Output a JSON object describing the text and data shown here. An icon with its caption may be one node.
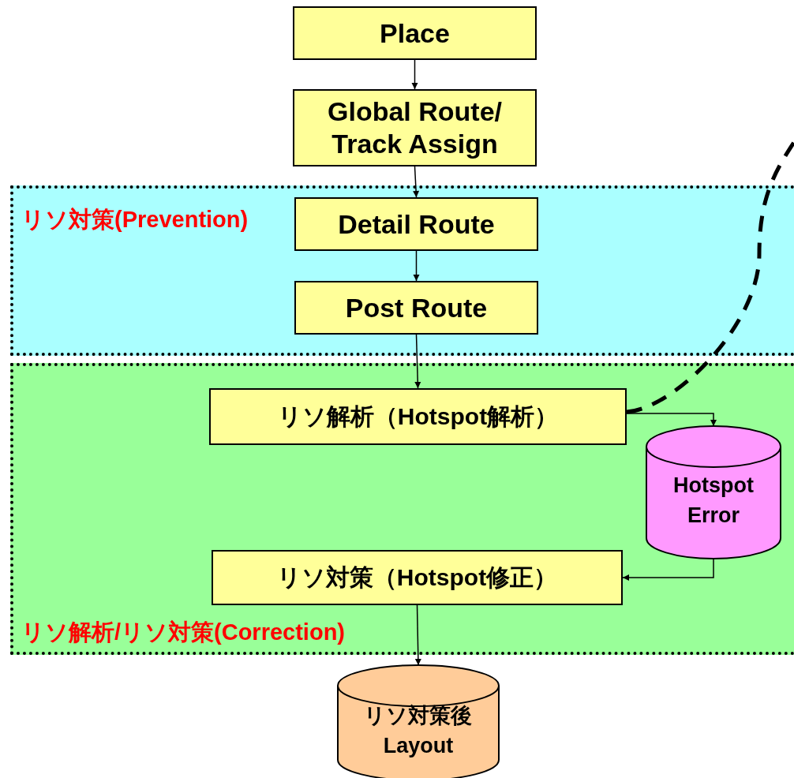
{
  "diagram": {
    "nodes": [
      {
        "text": [
          "Place"
        ]
      },
      {
        "text": [
          "Global Route/ Track Assign"
        ]
      },
      {
        "text": [
          "リソ対策(Prevention)"
        ]
      },
      {
        "text": [
          "Detail Route"
        ],
        "in": 2
      },
      {
        "text": [
          "Post Route"
        ],
        "in": 2
      },
      {
        "text": [
          "リソ解析/リソ対策(Correction)"
        ]
      },
      {
        "text": [
          "リソ解析（Hotspot解析）"
        ],
        "in": 5
      },
      {
        "text": [
          "Hotspot Error"
        ],
        "in": 5
      },
      {
        "text": [
          "リソ対策（Hotspot修正）"
        ],
        "in": 5
      },
      {
        "text": [
          "リソ対策後 Layout"
        ]
      }
    ],
    "edges": [
      {
        "from": 0,
        "to": 1,
        "arrow": "to"
      },
      {
        "from": 1,
        "to": 3,
        "arrow": "to"
      },
      {
        "from": 3,
        "to": 4,
        "arrow": "to"
      },
      {
        "from": 4,
        "to": 6,
        "arrow": "to"
      },
      {
        "from": 6,
        "to": 7,
        "arrow": "to"
      },
      {
        "from": 7,
        "to": 8,
        "arrow": "to"
      },
      {
        "from": 8,
        "to": 9,
        "arrow": "to"
      },
      {
        "from": 6,
        "to": null,
        "arrow": "none",
        "style": "dashed"
      }
    ]
  }
}
